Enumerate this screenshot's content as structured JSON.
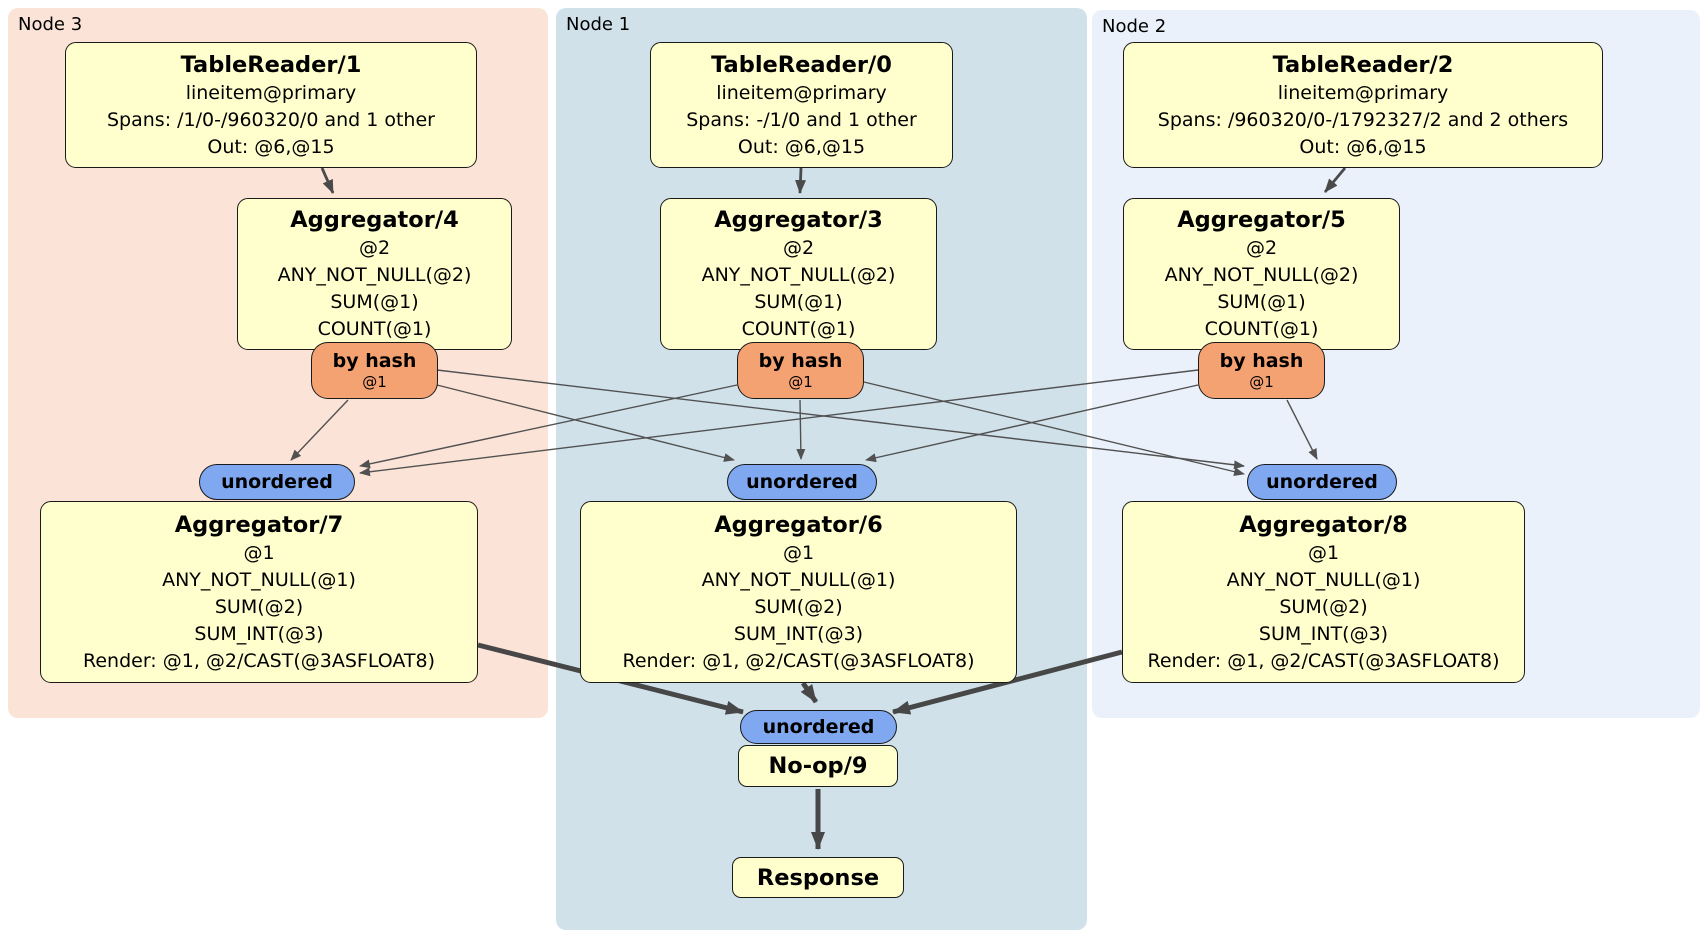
{
  "regions": {
    "node3": {
      "label": "Node 3"
    },
    "node1": {
      "label": "Node 1"
    },
    "node2": {
      "label": "Node 2"
    }
  },
  "processors": {
    "tablereader1": {
      "title": "TableReader/1",
      "lines": [
        "lineitem@primary",
        "Spans: /1/0-/960320/0 and 1 other",
        "Out: @6,@15"
      ]
    },
    "tablereader0": {
      "title": "TableReader/0",
      "lines": [
        "lineitem@primary",
        "Spans: -/1/0 and 1 other",
        "Out: @6,@15"
      ]
    },
    "tablereader2": {
      "title": "TableReader/2",
      "lines": [
        "lineitem@primary",
        "Spans: /960320/0-/1792327/2 and 2 others",
        "Out: @6,@15"
      ]
    },
    "aggregator4": {
      "title": "Aggregator/4",
      "lines": [
        "@2",
        "ANY_NOT_NULL(@2)",
        "SUM(@1)",
        "COUNT(@1)"
      ]
    },
    "aggregator3": {
      "title": "Aggregator/3",
      "lines": [
        "@2",
        "ANY_NOT_NULL(@2)",
        "SUM(@1)",
        "COUNT(@1)"
      ]
    },
    "aggregator5": {
      "title": "Aggregator/5",
      "lines": [
        "@2",
        "ANY_NOT_NULL(@2)",
        "SUM(@1)",
        "COUNT(@1)"
      ]
    },
    "aggregator7": {
      "title": "Aggregator/7",
      "lines": [
        "@1",
        "ANY_NOT_NULL(@1)",
        "SUM(@2)",
        "SUM_INT(@3)",
        "Render: @1, @2/CAST(@3ASFLOAT8)"
      ]
    },
    "aggregator6": {
      "title": "Aggregator/6",
      "lines": [
        "@1",
        "ANY_NOT_NULL(@1)",
        "SUM(@2)",
        "SUM_INT(@3)",
        "Render: @1, @2/CAST(@3ASFLOAT8)"
      ]
    },
    "aggregator8": {
      "title": "Aggregator/8",
      "lines": [
        "@1",
        "ANY_NOT_NULL(@1)",
        "SUM(@2)",
        "SUM_INT(@3)",
        "Render: @1, @2/CAST(@3ASFLOAT8)"
      ]
    },
    "noop9": {
      "title": "No-op/9"
    },
    "response": {
      "title": "Response"
    }
  },
  "routers": {
    "by_hash": {
      "label": "by hash",
      "tag": "@1"
    },
    "sync": {
      "label": "unordered"
    }
  },
  "colors": {
    "node3_bg": "#fce3d7",
    "node1_bg": "#d0e1ea",
    "node2_bg": "#eaf1fa",
    "processor_fill": "#ffffce",
    "router_fill": "#f5a273",
    "sync_fill": "#7fa8f0",
    "edge": "#4a4a4a"
  }
}
